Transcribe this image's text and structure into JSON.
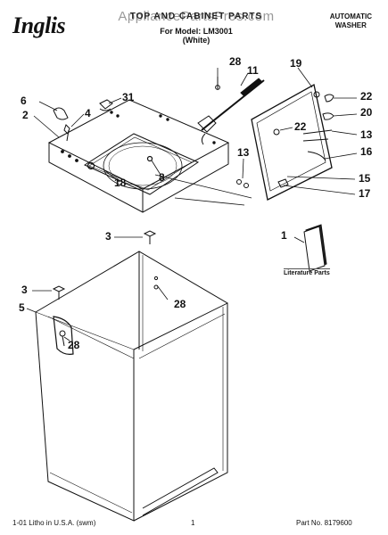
{
  "header": {
    "brand": "Inglis",
    "watermark": "AppliancePartsPros.com",
    "title": "TOP AND CABINET PARTS",
    "model_line": "For Model: LM3001",
    "color_line": "(White)",
    "doc_type_line1": "AUTOMATIC",
    "doc_type_line2": "WASHER"
  },
  "callouts": {
    "c28_top": "28",
    "c11": "11",
    "c19": "19",
    "c6": "6",
    "c31": "31",
    "c4": "4",
    "c2": "2",
    "c22_right": "22",
    "c20": "20",
    "c22_inner": "22",
    "c13_right": "13",
    "c13_left": "13",
    "c16": "16",
    "c18": "18",
    "c8": "8",
    "c15": "15",
    "c17": "17",
    "c3_top": "3",
    "c1": "1",
    "c3_left": "3",
    "c28_mid": "28",
    "c5": "5",
    "c28_low": "28"
  },
  "literature_label": "Literature Parts",
  "footer": {
    "left": "1-01 Litho in U.S.A. (swm)",
    "page": "1",
    "part_number": "Part No. 8179600"
  }
}
